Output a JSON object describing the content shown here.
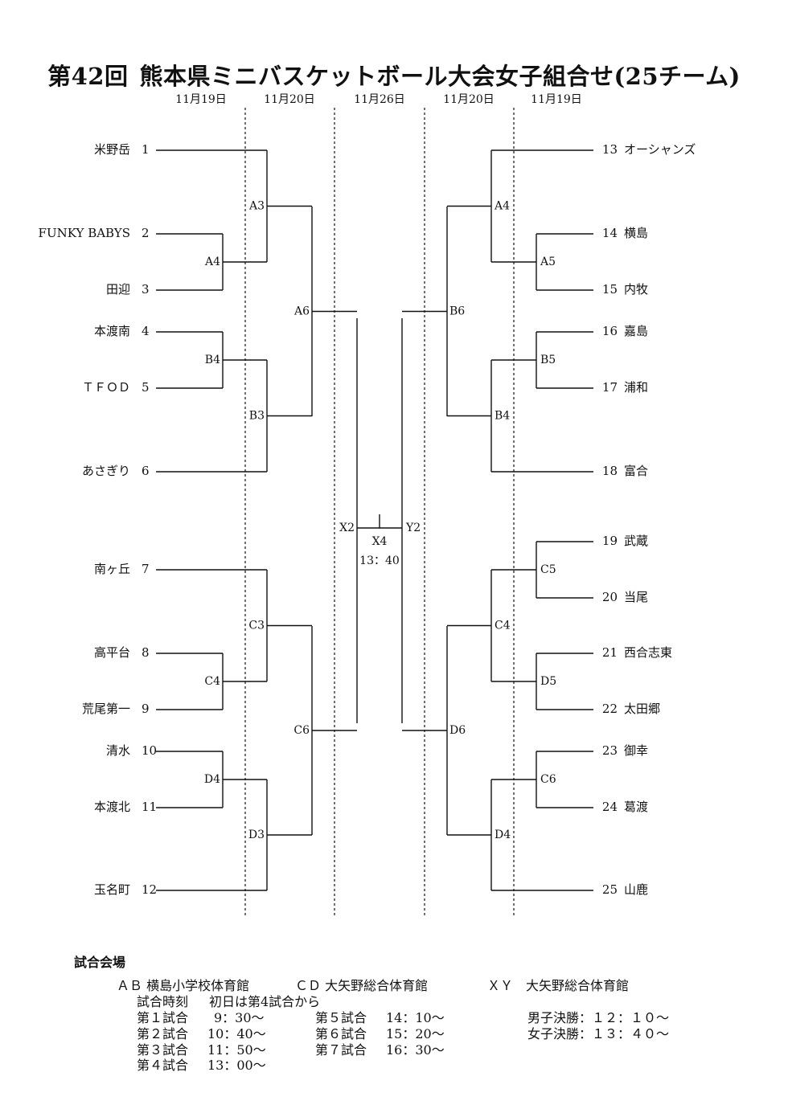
{
  "title": {
    "num": "第42回",
    "text": "熊本県ミニバスケットボール大会女子組合せ(25チーム)"
  },
  "rounds": [
    "11月19日",
    "11月20日",
    "11月26日",
    "11月20日",
    "11月19日"
  ],
  "left_teams": [
    {
      "name": "米野岳",
      "seed": "1"
    },
    {
      "name": "FUNKY BABYS",
      "seed": "2"
    },
    {
      "name": "田迎",
      "seed": "3"
    },
    {
      "name": "本渡南",
      "seed": "4"
    },
    {
      "name": "ＴＦＯＤ",
      "seed": "5"
    },
    {
      "name": "あさぎり",
      "seed": "6"
    },
    {
      "name": "南ヶ丘",
      "seed": "7"
    },
    {
      "name": "高平台",
      "seed": "8"
    },
    {
      "name": "荒尾第一",
      "seed": "9"
    },
    {
      "name": "清水",
      "seed": "10"
    },
    {
      "name": "本渡北",
      "seed": "11"
    },
    {
      "name": "玉名町",
      "seed": "12"
    }
  ],
  "right_teams": [
    {
      "seed": "13",
      "name": "オーシャンズ"
    },
    {
      "seed": "14",
      "name": "横島"
    },
    {
      "seed": "15",
      "name": "内牧"
    },
    {
      "seed": "16",
      "name": "嘉島"
    },
    {
      "seed": "17",
      "name": "浦和"
    },
    {
      "seed": "18",
      "name": "富合"
    },
    {
      "seed": "19",
      "name": "武蔵"
    },
    {
      "seed": "20",
      "name": "当尾"
    },
    {
      "seed": "21",
      "name": "西合志東"
    },
    {
      "seed": "22",
      "name": "太田郷"
    },
    {
      "seed": "23",
      "name": "御幸"
    },
    {
      "seed": "24",
      "name": "葛渡"
    },
    {
      "seed": "25",
      "name": "山鹿"
    }
  ],
  "left_matches": {
    "r1": [
      "A4",
      "B4",
      "C4",
      "D4"
    ],
    "r2": [
      "A3",
      "B3",
      "C3",
      "D3"
    ],
    "r3": [
      "A6",
      "C6"
    ]
  },
  "right_matches": {
    "r1": [
      "A5",
      "B5",
      "C5",
      "D5",
      "C6"
    ],
    "r2": [
      "A4",
      "B4",
      "C4",
      "D4"
    ],
    "r3": [
      "B6",
      "D6"
    ]
  },
  "semis": {
    "left": "X2",
    "right": "Y2"
  },
  "final": {
    "code": "X4",
    "time": "13：40"
  },
  "venues": {
    "heading": "試合会場",
    "ab": "ＡＢ 横島小学校体育館",
    "cd": "ＣＤ 大矢野総合体育館",
    "xy": "ＸＹ　大矢野総合体育館"
  },
  "schedule": {
    "label": "試合時刻",
    "note": "初日は第4試合から",
    "games": [
      {
        "name": "第１試合",
        "time": "9：30～"
      },
      {
        "name": "第２試合",
        "time": "10：40～"
      },
      {
        "name": "第３試合",
        "time": "11：50～"
      },
      {
        "name": "第４試合",
        "time": "13：00～"
      },
      {
        "name": "第５試合",
        "time": "14：10～"
      },
      {
        "name": "第６試合",
        "time": "15：20～"
      },
      {
        "name": "第７試合",
        "time": "16：30～"
      }
    ],
    "finals": {
      "boys": "男子決勝：１２：１０～",
      "girls": "女子決勝：１３：４０～"
    }
  }
}
